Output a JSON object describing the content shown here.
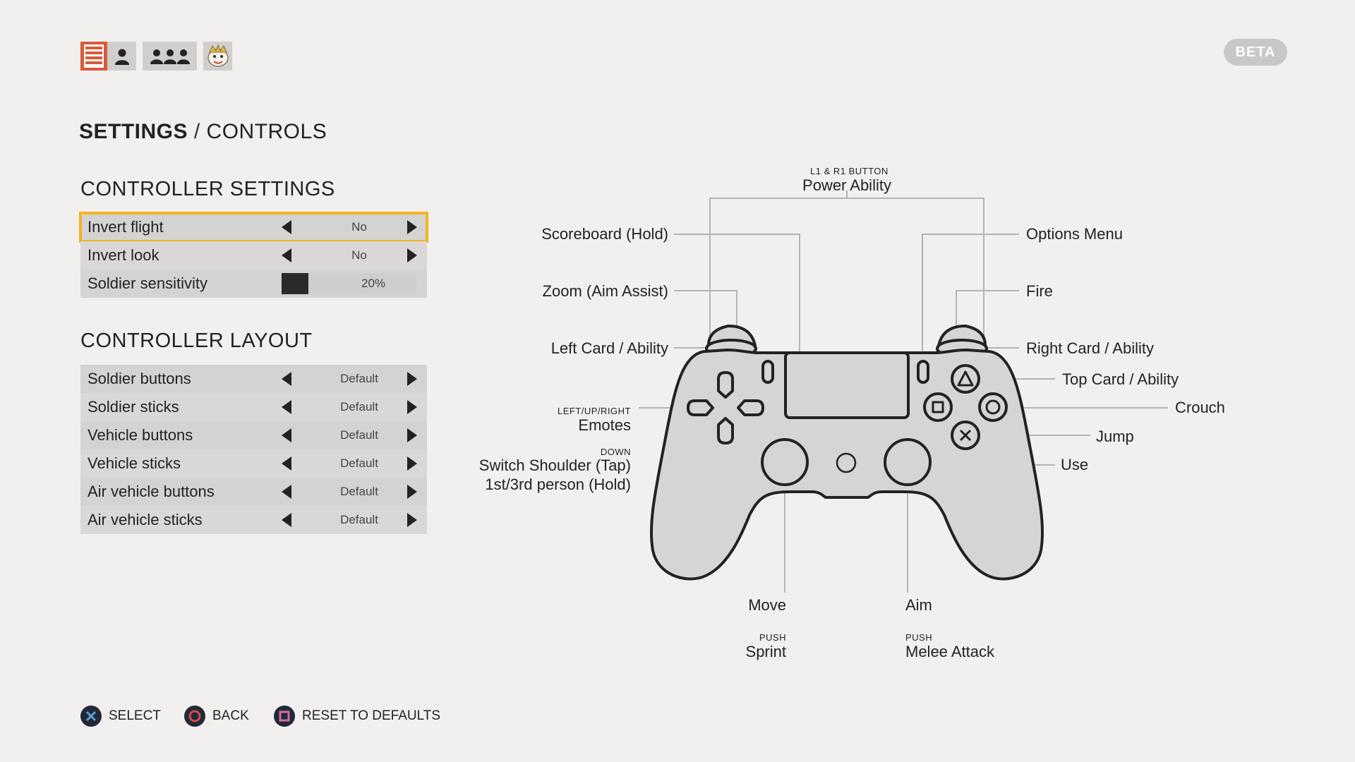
{
  "header": {
    "beta_label": "BETA",
    "profile_icons": [
      "medal-badge-icon",
      "person-icon",
      "squad-icon",
      "avatar-icon"
    ]
  },
  "title": {
    "main": "SETTINGS",
    "sub": "CONTROLS"
  },
  "controller_settings": {
    "heading": "CONTROLLER SETTINGS",
    "rows": [
      {
        "label": "Invert flight",
        "value": "No"
      },
      {
        "label": "Invert look",
        "value": "No"
      },
      {
        "label": "Soldier sensitivity",
        "value": "20%",
        "level": 0.2
      }
    ]
  },
  "controller_layout": {
    "heading": "CONTROLLER LAYOUT",
    "rows": [
      {
        "label": "Soldier buttons",
        "value": "Default"
      },
      {
        "label": "Soldier sticks",
        "value": "Default"
      },
      {
        "label": "Vehicle buttons",
        "value": "Default"
      },
      {
        "label": "Vehicle sticks",
        "value": "Default"
      },
      {
        "label": "Air vehicle buttons",
        "value": "Default"
      },
      {
        "label": "Air vehicle sticks",
        "value": "Default"
      }
    ]
  },
  "diagram": {
    "l1r1_caption": "L1 & R1 BUTTON",
    "l1r1_action": "Power Ability",
    "scoreboard": "Scoreboard (Hold)",
    "zoom": "Zoom (Aim Assist)",
    "left_card": "Left Card / Ability",
    "dpad_caption": "LEFT/UP/RIGHT",
    "emotes": "Emotes",
    "down_caption": "DOWN",
    "switch_shoulder": "Switch Shoulder (Tap)",
    "person_toggle": "1st/3rd person (Hold)",
    "options_menu": "Options Menu",
    "fire": "Fire",
    "right_card": "Right Card / Ability",
    "top_card": "Top Card / Ability",
    "crouch": "Crouch",
    "jump": "Jump",
    "use": "Use",
    "move": "Move",
    "push_left": "PUSH",
    "sprint": "Sprint",
    "aim": "Aim",
    "push_right": "PUSH",
    "melee": "Melee Attack"
  },
  "footer": {
    "select": "SELECT",
    "back": "BACK",
    "reset": "RESET TO DEFAULTS"
  },
  "colors": {
    "background": "#f1f0ee",
    "focus": "#f2b51f",
    "panel": "#d6d5d3",
    "beta": "#c9c8c6",
    "controller_fill": "#d6d5d3",
    "ink": "#222222",
    "cross": "#5aa0d8",
    "circle": "#d24a4a",
    "square": "#d66aa8"
  }
}
